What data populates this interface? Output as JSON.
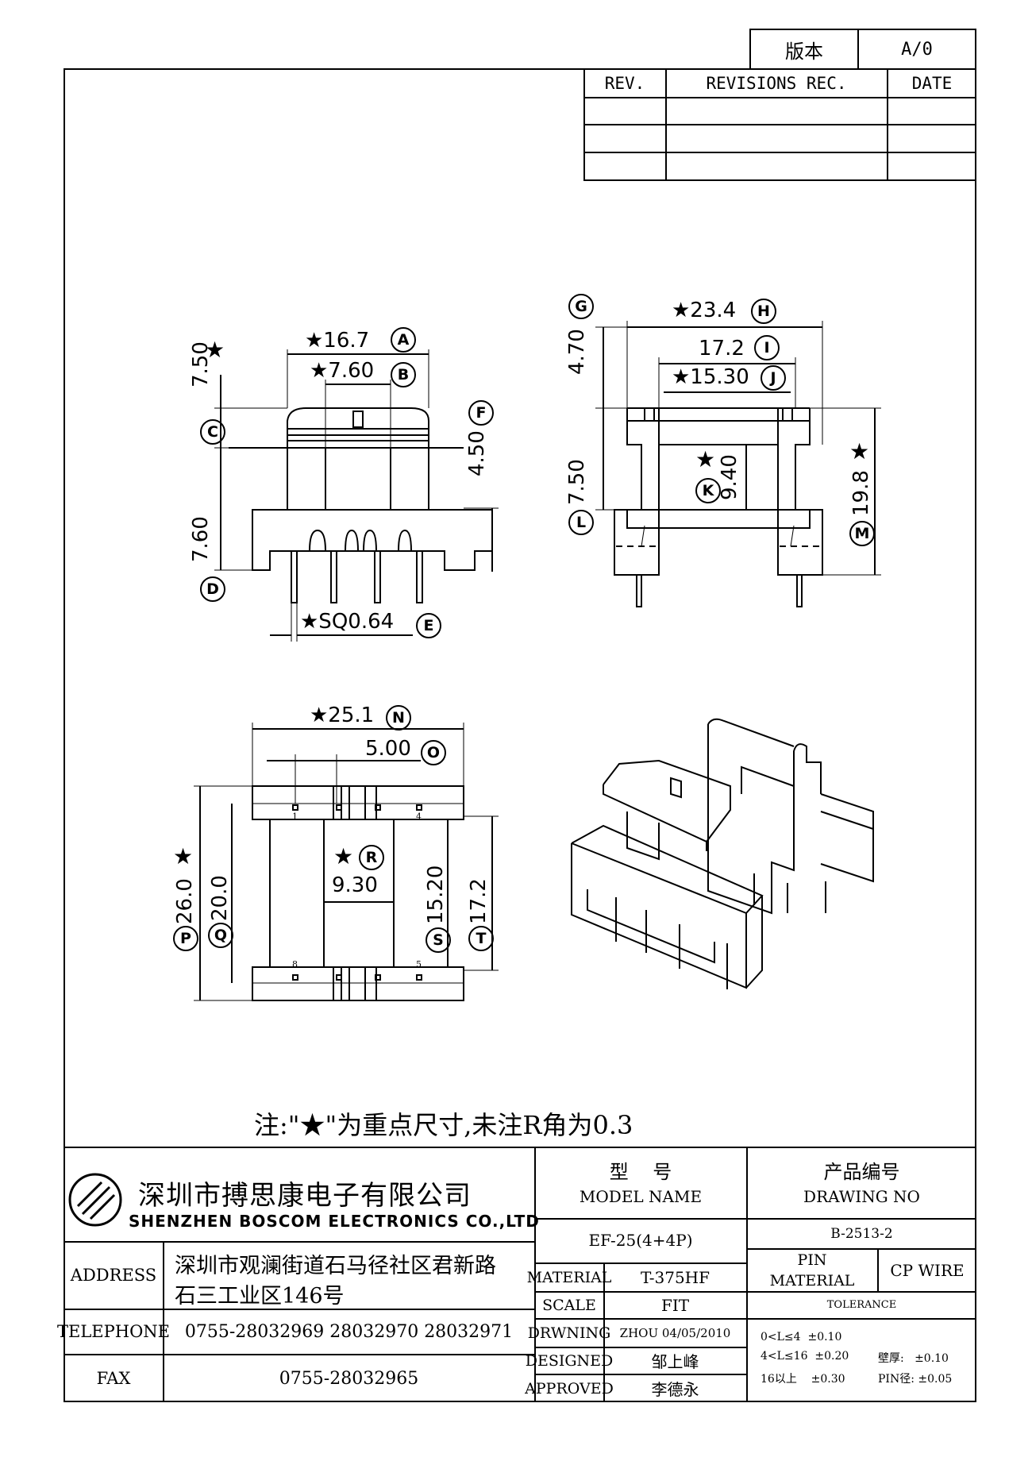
{
  "version_box": {
    "label": "版本",
    "value": "A/0"
  },
  "revisions": {
    "headers": [
      "REV.",
      "REVISIONS REC.",
      "DATE"
    ],
    "rows": [
      [
        "",
        "",
        ""
      ],
      [
        "",
        "",
        ""
      ]
    ]
  },
  "dims": {
    "A": "★16.7",
    "B": "★7.60",
    "C": "7.50",
    "C_star": "★",
    "D": "7.60",
    "E": "★SQ0.64",
    "F": "4.50",
    "G": "4.70",
    "H": "★23.4",
    "I": "17.2",
    "J": "★15.30",
    "K": "9.40",
    "K_star": "★",
    "L": "7.50",
    "M": "19.8",
    "M_star": "★",
    "N": "★25.1",
    "O": "5.00",
    "P": "26.0",
    "P_star": "★",
    "Q": "20.0",
    "R": "9.30",
    "R_star": "★",
    "S": "15.20",
    "T": "17.2"
  },
  "circle_letters": [
    "A",
    "B",
    "C",
    "D",
    "E",
    "F",
    "G",
    "H",
    "I",
    "J",
    "K",
    "L",
    "M",
    "N",
    "O",
    "P",
    "Q",
    "R",
    "S",
    "T"
  ],
  "pin_numbers": [
    "1",
    "4",
    "8",
    "5"
  ],
  "note": "注:\"★\"为重点尺寸,未注R角为0.3",
  "company": {
    "name_cn": "深圳市搏思康电子有限公司",
    "name_en": "SHENZHEN BOSCOM ELECTRONICS CO.,LTD",
    "address_label": "ADDRESS",
    "address_line1": "深圳市观澜街道石马径社区君新路",
    "address_line2": "石三工业区146号",
    "telephone_label": "TELEPHONE",
    "telephone": "0755-28032969 28032970 28032971",
    "fax_label": "FAX",
    "fax": "0755-28032965"
  },
  "model": {
    "label_cn": "型    号",
    "label_en": "MODEL NAME",
    "value": "EF-25(4+4P)",
    "material_label": "MATERIAL",
    "material": "T-375HF",
    "scale_label": "SCALE",
    "scale": "FIT",
    "drawing_label": "DRWNING",
    "drawing": "ZHOU 04/05/2010",
    "designed_label": "DESIGNED",
    "designed": "邹上峰",
    "approved_label": "APPROVED",
    "approved": "李德永"
  },
  "drawing_no": {
    "label_cn": "产品编号",
    "label_en": "DRAWING NO",
    "value": "B-2513-2",
    "pin_label_1": "PIN",
    "pin_label_2": "MATERIAL",
    "pin_material": "CP WIRE",
    "tolerance_label": "TOLERANCE",
    "tol1": "0<L≤4  ±0.10",
    "tol2": "4<L≤16  ±0.20",
    "tol3": "16以上    ±0.30",
    "wall": "壁厚:   ±0.10",
    "pin_dia": "PIN径: ±0.05"
  }
}
